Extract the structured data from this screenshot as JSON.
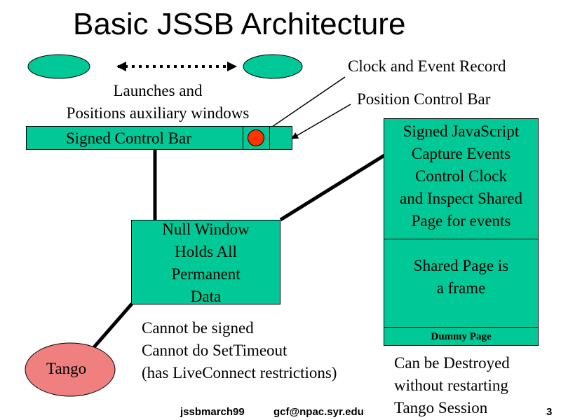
{
  "title": "Basic JSSB Architecture",
  "labels": {
    "launches": "Launches and\nPositions auxiliary windows",
    "clock_event_record": "Clock and Event Record",
    "position_control_bar": "Position Control Bar",
    "signed_control_bar": "Signed Control Bar",
    "signed_javascript": "Signed JavaScript\nCapture Events\nControl Clock\nand Inspect Shared\nPage for events",
    "shared_page": "Shared Page is\na frame",
    "dummy_page": "Dummy Page",
    "null_window": "Null Window\nHolds All\nPermanent\nData",
    "cannot": "Cannot be signed\nCannot do SetTimeout\n(has LiveConnect restrictions)",
    "destroyed": "Can be Destroyed\nwithout restarting\nTango Session",
    "tango": "Tango"
  },
  "footer": {
    "left": "jssbmarch99",
    "center": "gcf@npac.syr.edu",
    "page_number": "3"
  },
  "colors": {
    "box_fill": "#00c896",
    "tango_fill": "#f08080",
    "clock_dot": "#ff3300",
    "line": "#000000"
  }
}
